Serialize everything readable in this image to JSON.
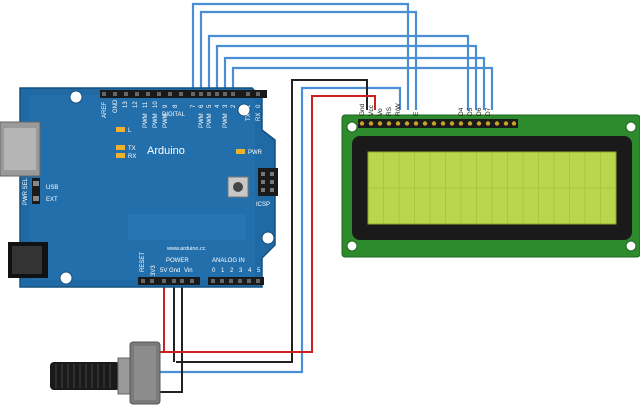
{
  "board": {
    "name": "Arduino",
    "url": "www.arduino.cc",
    "digital_label": "DIGITAL",
    "pwm_label": "PWM",
    "power_label": "POWER",
    "analog_label": "ANALOG IN",
    "icsp_label": "ICSP",
    "pwr_label": "PWR",
    "reset_label": "RESET",
    "pwr_sel_label": "PWR SEL",
    "usb_label": "USB",
    "ext_label": "EXT",
    "led_l": "L",
    "led_tx": "TX",
    "led_rx": "RX",
    "top_pins": [
      "AREF",
      "GND",
      "13",
      "12",
      "11",
      "10",
      "9",
      "8"
    ],
    "top_pins_right": [
      "7",
      "6",
      "5",
      "4",
      "3",
      "2",
      "1",
      "0"
    ],
    "tx_label": "TX",
    "rx_label": "RX",
    "power_pins": [
      "3V3",
      "5V",
      "Gnd",
      "Vin"
    ],
    "analog_pins": [
      "0",
      "1",
      "2",
      "3",
      "4",
      "5"
    ]
  },
  "lcd": {
    "pin_labels": [
      "Gnd",
      "Vcc",
      "Vo",
      "RS",
      "R/W",
      "E",
      "D4",
      "D5",
      "D6",
      "D7"
    ]
  },
  "colors": {
    "board": "#1f6aa5",
    "lcd_pcb": "#2d8a2d",
    "lcd_screen": "#b9d64c",
    "wire_signal": "#4a8fd6",
    "wire_power": "#d01f1f",
    "wire_ground": "#222222"
  }
}
